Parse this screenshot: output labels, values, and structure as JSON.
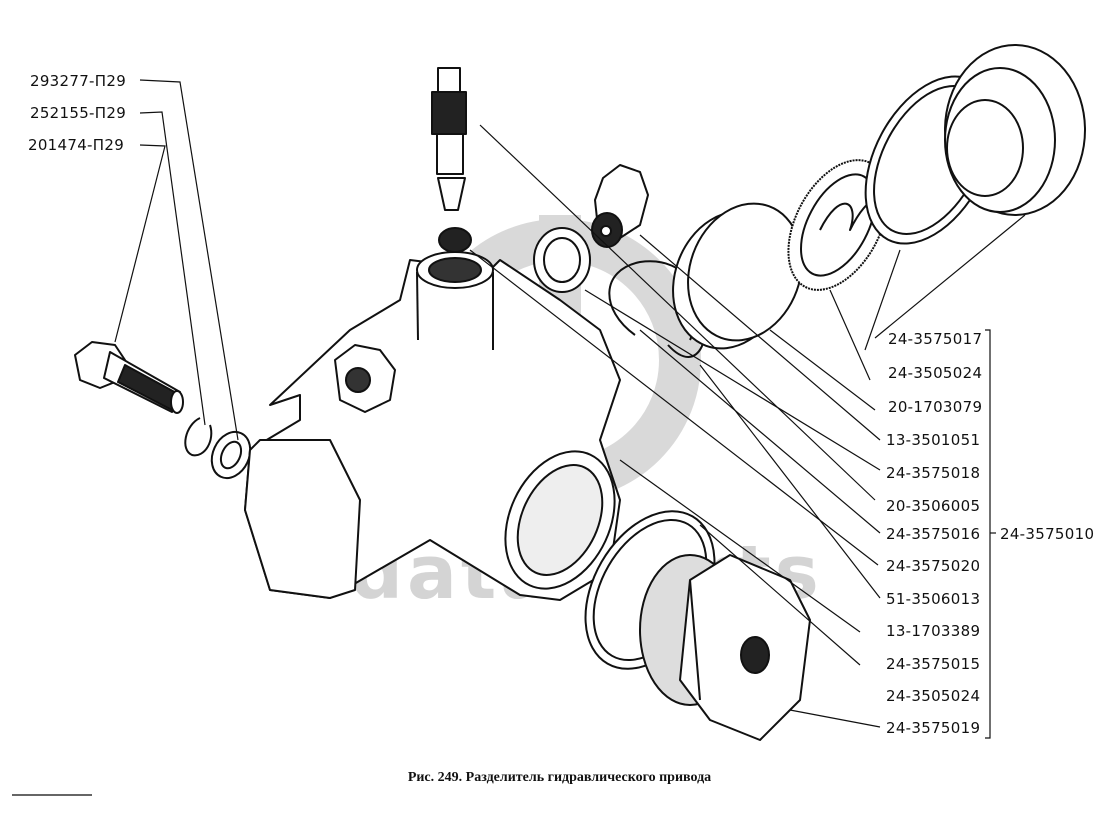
{
  "figure": {
    "caption": "Рис. 249. Разделитель гидравлического привода",
    "watermark": "data parts",
    "watermark_color": "#d4d4d4",
    "line_color": "#111111"
  },
  "labels_left": [
    {
      "id": "293277-П29",
      "text": "293277-П29"
    },
    {
      "id": "252155-П29",
      "text": "252155-П29"
    },
    {
      "id": "201474-П29",
      "text": "201474-П29"
    }
  ],
  "labels_right": [
    {
      "text": "24-3575017"
    },
    {
      "text": "24-3505024"
    },
    {
      "text": "20-1703079"
    },
    {
      "text": "13-3501051"
    },
    {
      "text": "24-3575018"
    },
    {
      "text": "20-3506005"
    },
    {
      "text": "24-3575016"
    },
    {
      "text": "24-3575020"
    },
    {
      "text": "51-3506013"
    },
    {
      "text": "13-1703389"
    },
    {
      "text": "24-3575015"
    },
    {
      "text": "24-3505024"
    },
    {
      "text": "24-3575019"
    }
  ],
  "assembly_label": {
    "text": "24-3575010"
  }
}
